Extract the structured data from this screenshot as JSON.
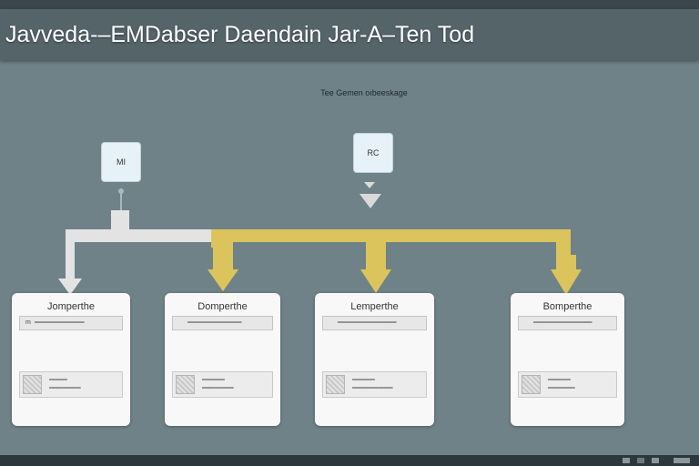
{
  "top_strip_text": "         ",
  "title": "Javveda-–EMDabser Daendain Jar-A–Ten Tod",
  "caption": "Tee Gemen oıbeeskage",
  "top_nodes": [
    {
      "id": "m",
      "label": "MI"
    },
    {
      "id": "r",
      "label": "RC"
    }
  ],
  "colors": {
    "background": "#6f8288",
    "gray_connector": "#e3e3e3",
    "yellow_connector": "#dcc45c"
  },
  "cards": [
    {
      "title": "Jomperthe",
      "field_mark": "m",
      "field_text": "═══════════",
      "item_text": "════\n═══════"
    },
    {
      "title": "Domperthe",
      "field_mark": "",
      "field_text": "════════════",
      "item_text": "═════\n═══════"
    },
    {
      "title": "Lemperthe",
      "field_mark": "",
      "field_text": "═════════════",
      "item_text": "═════\n═════════"
    },
    {
      "title": "Bomperthe",
      "field_mark": "",
      "field_text": "═════════════",
      "item_text": "═════\n══════"
    }
  ],
  "icons": [
    "image-thumbnail-icon",
    "down-arrow-icon",
    "taskbar-icon"
  ]
}
